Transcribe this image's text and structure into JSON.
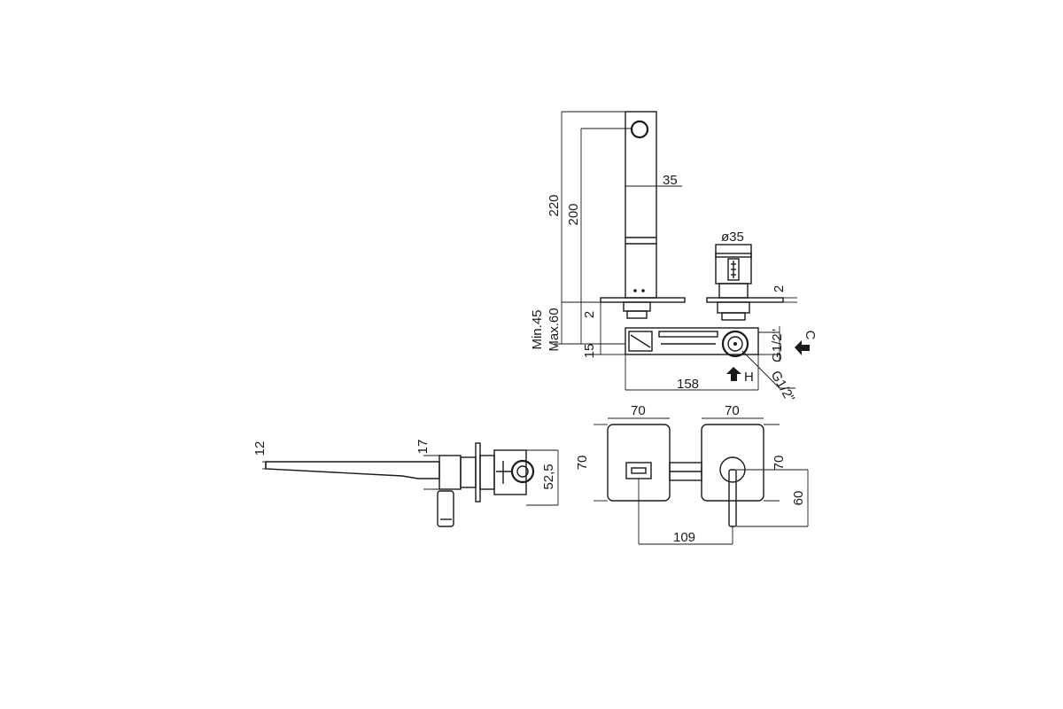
{
  "dimensions": {
    "height_total": "220",
    "height_spout": "200",
    "spout_width": "35",
    "handle_dia": "ø35",
    "plate_thk_left": "2",
    "plate_thk_right": "2",
    "wall_min": "Min.45",
    "wall_max": "Max.60",
    "base_offset": "15",
    "body_length": "158",
    "conn_cold": "G1/2\"",
    "conn_hot": "G1/2\"",
    "label_cold": "C",
    "label_hot": "H",
    "side_12": "12",
    "side_17": "17",
    "side_52": "52,5",
    "plate_w_left": "70",
    "plate_w_right": "70",
    "plate_h_left": "70",
    "plate_h_right": "70",
    "handle_h": "60",
    "centers": "109"
  }
}
